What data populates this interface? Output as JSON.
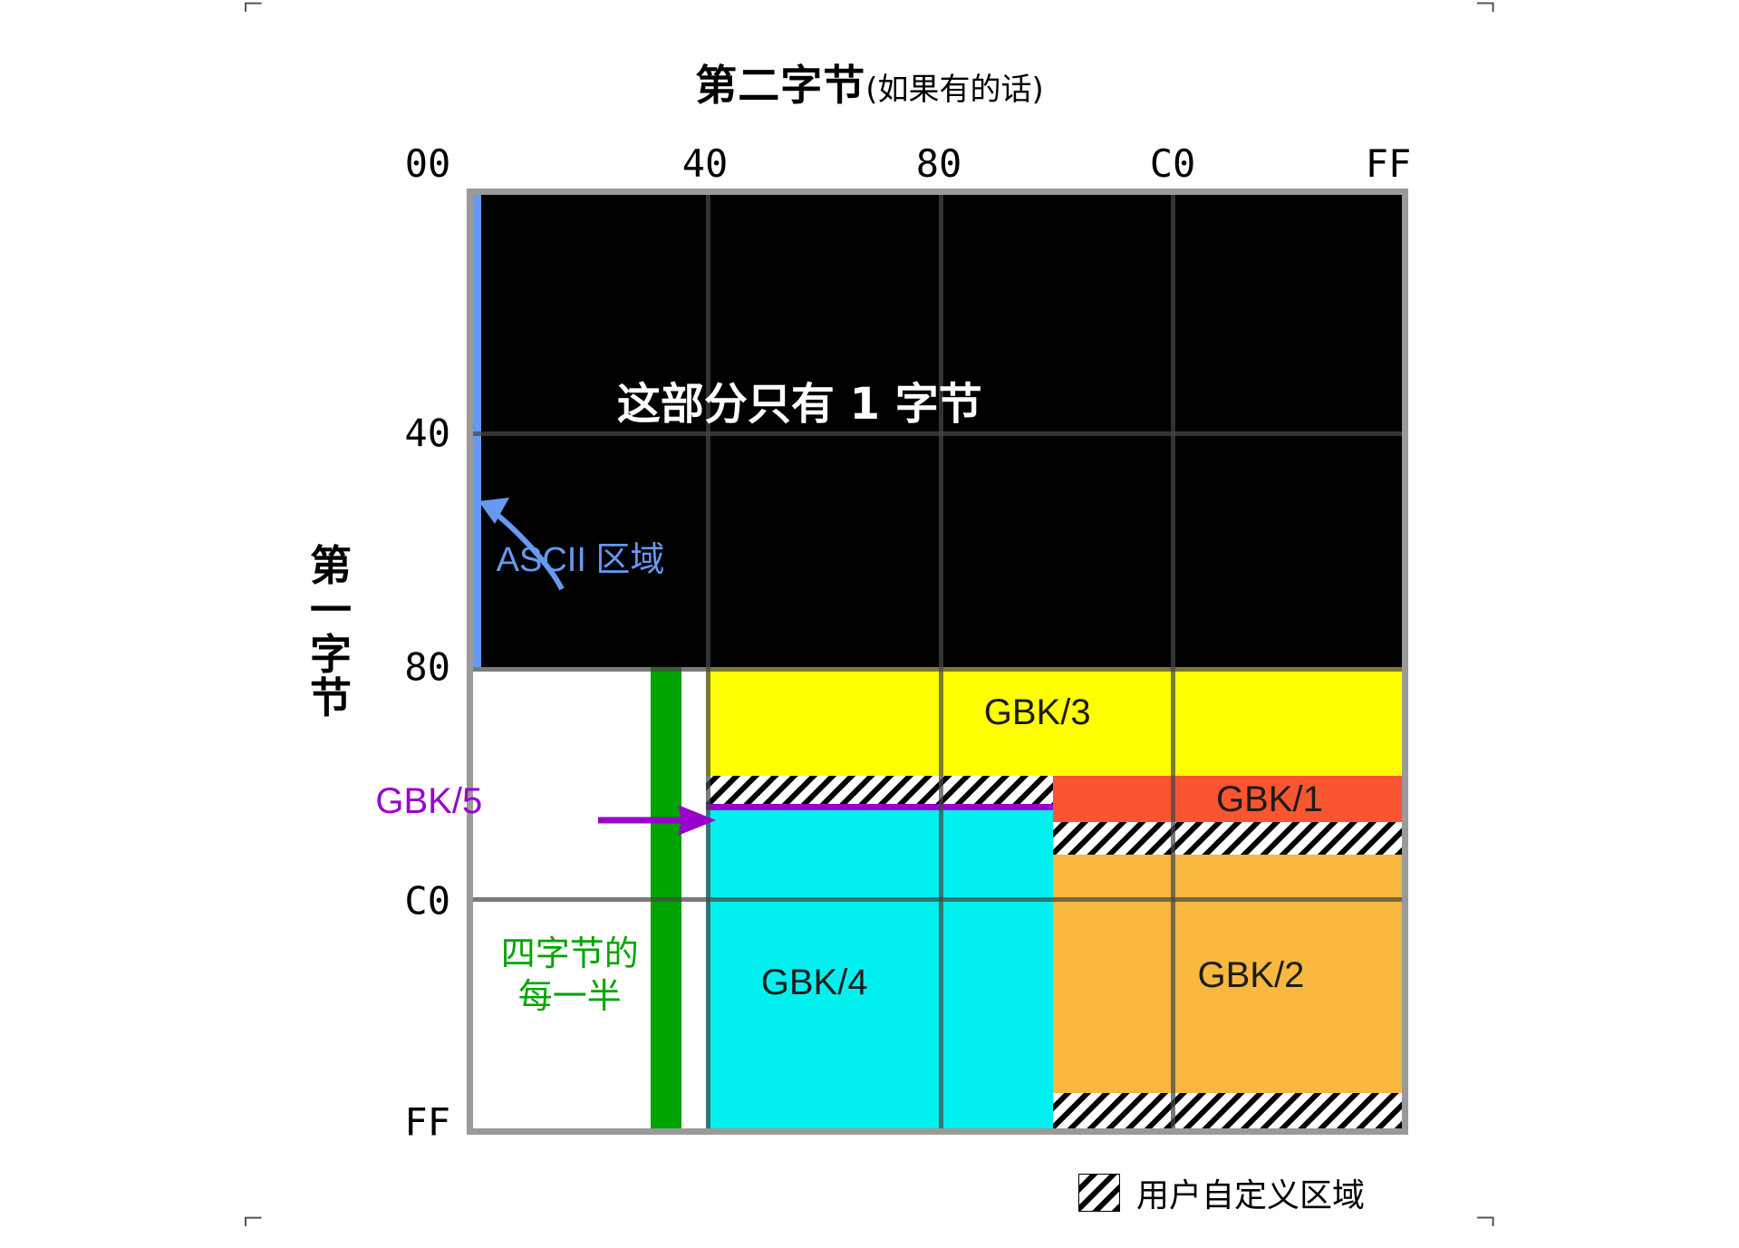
{
  "title": {
    "main": "第二字节",
    "paren": "(如果有的话)"
  },
  "axes": {
    "x_label_main": "第二字节",
    "x_label_paren": "(如果有的话)",
    "y_label": "第一字节",
    "y_label_chars": [
      "第",
      "一",
      "字",
      "节"
    ],
    "x_ticks": [
      "00",
      "40",
      "80",
      "C0",
      "FF"
    ],
    "y_ticks": [
      "40",
      "80",
      "C0",
      "FF"
    ]
  },
  "annotations": {
    "single_byte": "这部分只有 1 字节",
    "ascii": "ASCII 区域",
    "gbk5": "GBK/5",
    "four_byte_half_line1": "四字节的",
    "four_byte_half_line2": "每一半"
  },
  "regions": {
    "gbk1": "GBK/1",
    "gbk2": "GBK/2",
    "gbk3": "GBK/3",
    "gbk4": "GBK/4"
  },
  "legend": {
    "label": "用户自定义区域"
  },
  "colors": {
    "black": "#000000",
    "ascii_blue": "#6699f0",
    "green": "#00a400",
    "yellow": "#ffff00",
    "cyan": "#00f0f0",
    "orange": "#f8b73e",
    "red": "#f95531",
    "purple": "#9900cc",
    "frame_gray": "#9a9a9a"
  },
  "chart_data": {
    "type": "heatmap",
    "title": "第二字节 (如果有的话)",
    "xlabel": "第二字节 (如果有的话)",
    "ylabel": "第一字节",
    "xlim": [
      "00",
      "FF"
    ],
    "ylim": [
      "00",
      "FF"
    ],
    "x_tick_values": [
      "00",
      "40",
      "80",
      "C0",
      "FF"
    ],
    "y_tick_values": [
      "40",
      "80",
      "C0",
      "FF"
    ],
    "grid": true,
    "legend_position": "below-right",
    "regions": [
      {
        "name": "这部分只有 1 字节",
        "color": "#000000",
        "first_byte": [
          "00",
          "7F"
        ],
        "second_byte": [
          "00",
          "FF"
        ]
      },
      {
        "name": "ASCII 区域",
        "color": "#6699f0",
        "first_byte": [
          "00",
          "7F"
        ],
        "second_byte": [
          "00",
          "01"
        ]
      },
      {
        "name": "四字节的每一半",
        "color": "#00a400",
        "first_byte": [
          "80",
          "FF"
        ],
        "second_byte": [
          "30",
          "39"
        ]
      },
      {
        "name": "GBK/3",
        "color": "#ffff00",
        "first_byte": [
          "81",
          "A0"
        ],
        "second_byte": [
          "40",
          "FF"
        ]
      },
      {
        "name": "GBK/1",
        "color": "#f95531",
        "first_byte": [
          "A1",
          "A9"
        ],
        "second_byte": [
          "A1",
          "FF"
        ]
      },
      {
        "name": "GBK/4",
        "color": "#00f0f0",
        "first_byte": [
          "AA",
          "FE"
        ],
        "second_byte": [
          "40",
          "A0"
        ]
      },
      {
        "name": "GBK/2",
        "color": "#f8b73e",
        "first_byte": [
          "B0",
          "F7"
        ],
        "second_byte": [
          "A1",
          "FF"
        ]
      },
      {
        "name": "GBK/5 (用户自定义区域)",
        "color": "#9900cc",
        "first_byte": [
          "AA",
          "AF"
        ],
        "second_byte": [
          "40",
          "FF"
        ]
      }
    ]
  }
}
